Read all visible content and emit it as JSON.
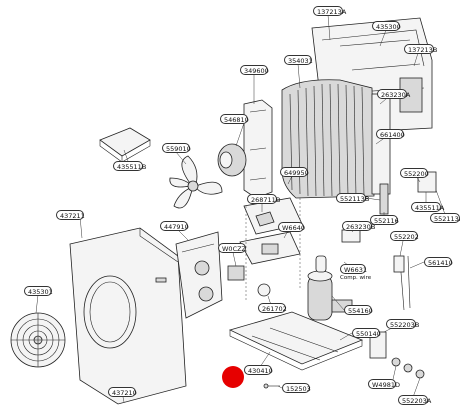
{
  "diagram": {
    "parts": [
      {
        "id": "p137213A",
        "label": "137213A"
      },
      {
        "id": "p435300",
        "label": "435300"
      },
      {
        "id": "p137213B",
        "label": "137213B"
      },
      {
        "id": "p354031",
        "label": "354031"
      },
      {
        "id": "p349600",
        "label": "349600"
      },
      {
        "id": "p263230A",
        "label": "263230A"
      },
      {
        "id": "p546810",
        "label": "546810"
      },
      {
        "id": "p661400",
        "label": "661400"
      },
      {
        "id": "p559010",
        "label": "559010"
      },
      {
        "id": "p435511B",
        "label": "435511B"
      },
      {
        "id": "p649950",
        "label": "649950"
      },
      {
        "id": "p552200",
        "label": "552200"
      },
      {
        "id": "p552113B",
        "label": "552113B"
      },
      {
        "id": "p268711B",
        "label": "268711B"
      },
      {
        "id": "p435511A",
        "label": "435511A"
      },
      {
        "id": "p552116",
        "label": "552116"
      },
      {
        "id": "p552113A",
        "label": "552113A"
      },
      {
        "id": "p437211",
        "label": "437211"
      },
      {
        "id": "p447910",
        "label": "447910"
      },
      {
        "id": "pW6640",
        "label": "W6640"
      },
      {
        "id": "p263230B",
        "label": "263230B"
      },
      {
        "id": "p552202",
        "label": "552202"
      },
      {
        "id": "pW0CZZ",
        "label": "W0CZZ"
      },
      {
        "id": "pW6631",
        "label": "W6631"
      },
      {
        "id": "p561410",
        "label": "561410"
      },
      {
        "id": "p435301",
        "label": "435301"
      },
      {
        "id": "p261702",
        "label": "261702"
      },
      {
        "id": "p554160",
        "label": "554160"
      },
      {
        "id": "p552203B",
        "label": "552203B"
      },
      {
        "id": "p550140",
        "label": "550140"
      },
      {
        "id": "p430410",
        "label": "430410"
      },
      {
        "id": "p437210",
        "label": "437210"
      },
      {
        "id": "p152503",
        "label": "152503"
      },
      {
        "id": "pW4981D",
        "label": "W4981D"
      },
      {
        "id": "p552203A",
        "label": "552203A"
      }
    ],
    "notes": [
      {
        "id": "comp-wire",
        "text": "Comp. wire"
      }
    ],
    "marker_color": "#e60000"
  }
}
